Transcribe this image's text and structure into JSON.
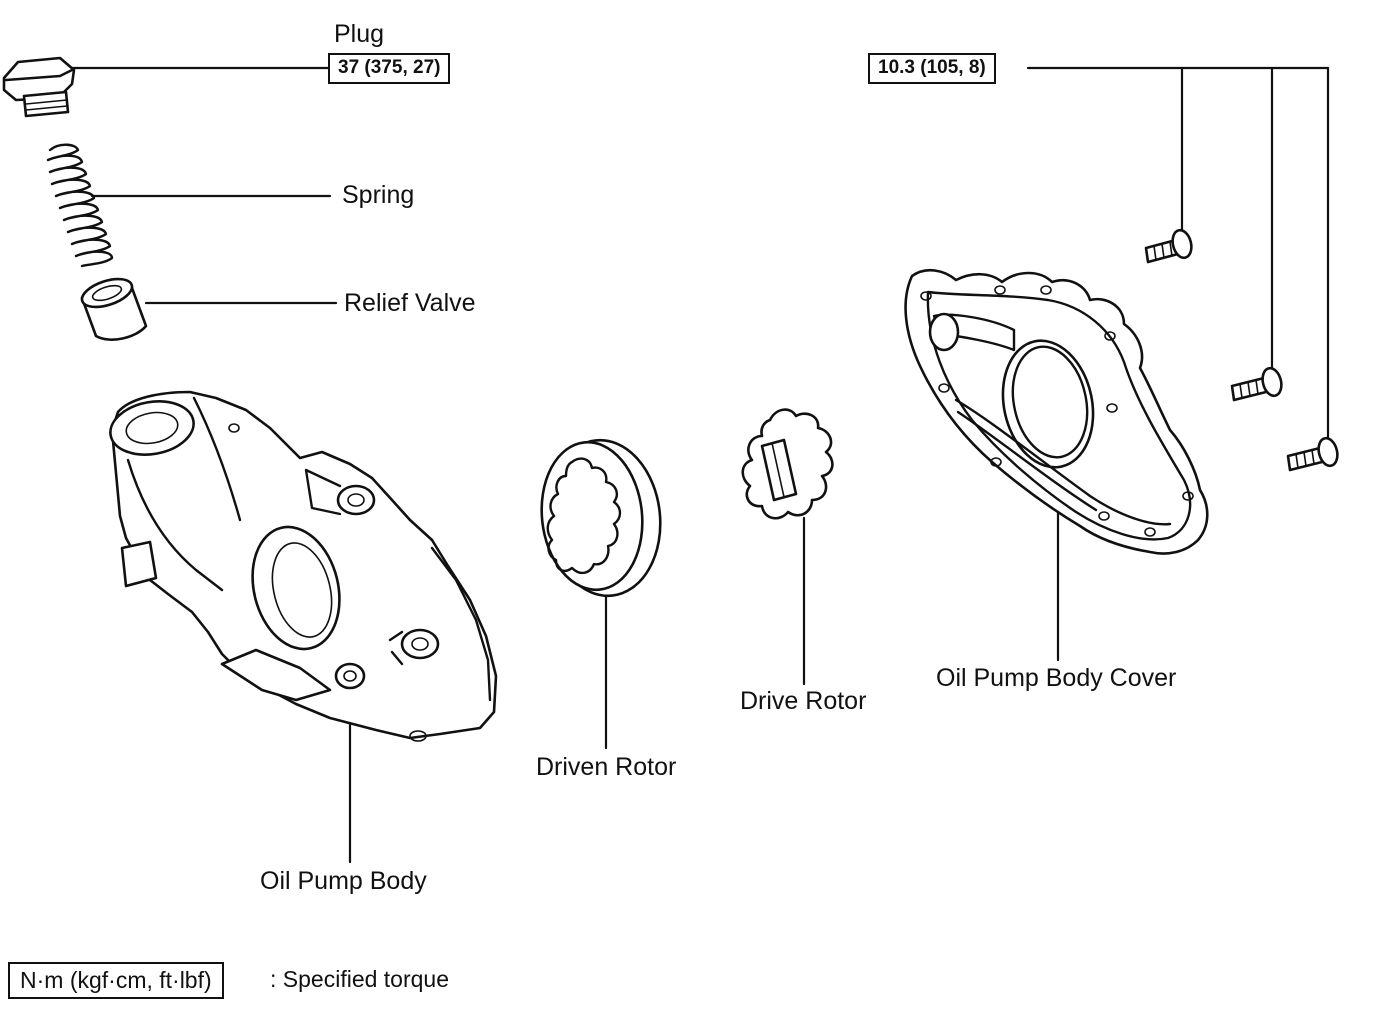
{
  "labels": {
    "plug": "Plug",
    "spring": "Spring",
    "relief_valve": "Relief Valve",
    "oil_pump_body": "Oil Pump Body",
    "driven_rotor": "Driven Rotor",
    "drive_rotor": "Drive Rotor",
    "oil_pump_body_cover": "Oil Pump Body Cover"
  },
  "torque": {
    "plug": "37 (375, 27)",
    "cover_bolts": "10.3 (105, 8)"
  },
  "legend": {
    "units": "N·m (kgf·cm, ft·lbf)",
    "description": ": Specified torque"
  }
}
